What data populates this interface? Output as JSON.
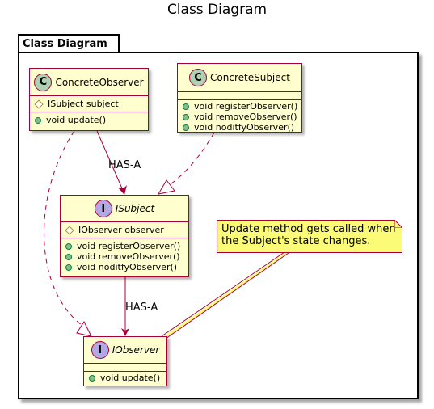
{
  "title": "Class Diagram",
  "package": {
    "name": "Class Diagram"
  },
  "classes": {
    "concrete_observer": {
      "stereotype": "C",
      "name": "ConcreteObserver",
      "fields": [
        "ISubject subject"
      ],
      "methods": [
        "void update()"
      ]
    },
    "concrete_subject": {
      "stereotype": "C",
      "name": "ConcreteSubject",
      "fields": [],
      "methods": [
        "void registerObserver()",
        "void removeObserver()",
        "void noditfyObserver()"
      ]
    },
    "isubject": {
      "stereotype": "I",
      "name": "ISubject",
      "fields": [
        "IObserver observer"
      ],
      "methods": [
        "void registerObserver()",
        "void removeObserver()",
        "void noditfyObserver()"
      ]
    },
    "iobserver": {
      "stereotype": "I",
      "name": "IObserver",
      "fields": [],
      "methods": [
        "void update()"
      ]
    }
  },
  "edges": {
    "observer_to_subject": "HAS-A",
    "subject_to_observer": "HAS-A"
  },
  "note": {
    "line1": "Update method gets called when",
    "line2": "the Subject's state changes."
  },
  "colors": {
    "class_fill": "#FEFECE",
    "class_border": "#A80036",
    "class_badge": "#ADD1B2",
    "interface_badge": "#B4A7E5",
    "note_fill": "#FBFB77"
  }
}
